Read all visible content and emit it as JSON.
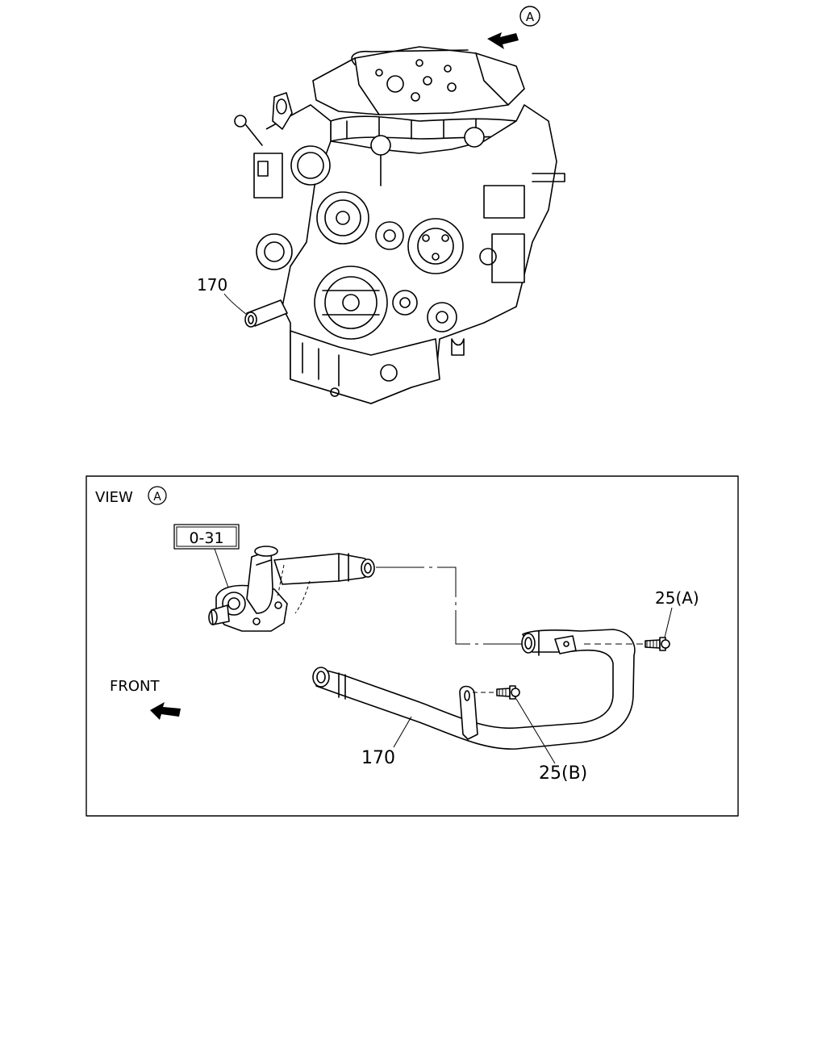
{
  "engine_view": {
    "view_marker": "A",
    "callout_part": "170"
  },
  "detail_view": {
    "view_label": "VIEW",
    "view_marker": "A",
    "reference_box": "0-31",
    "front_label": "FRONT",
    "callouts": {
      "bolt_a": "25(A)",
      "bolt_b": "25(B)",
      "pipe": "170"
    }
  },
  "colors": {
    "line": "#000000",
    "background": "#ffffff"
  },
  "icons": {
    "direction_arrow": "filled-arrow-icon",
    "view_marker": "circled-letter-icon"
  }
}
